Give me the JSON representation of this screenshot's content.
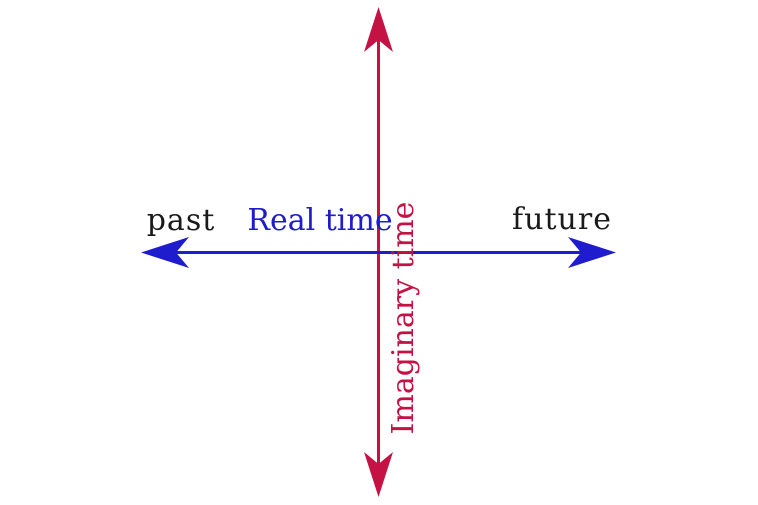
{
  "diagram": {
    "background_color": "#ffffff",
    "real_axis": {
      "label": "Real time",
      "color": "#1e1ccd",
      "past_label": "past",
      "future_label": "future",
      "orientation": "horizontal",
      "arrow_ends": "both"
    },
    "imaginary_axis": {
      "label": "Imaginary time",
      "color": "#c41245",
      "orientation": "vertical",
      "arrow_ends": "both",
      "label_rotation_deg": -90
    },
    "text_color": "#1a1a1a"
  }
}
